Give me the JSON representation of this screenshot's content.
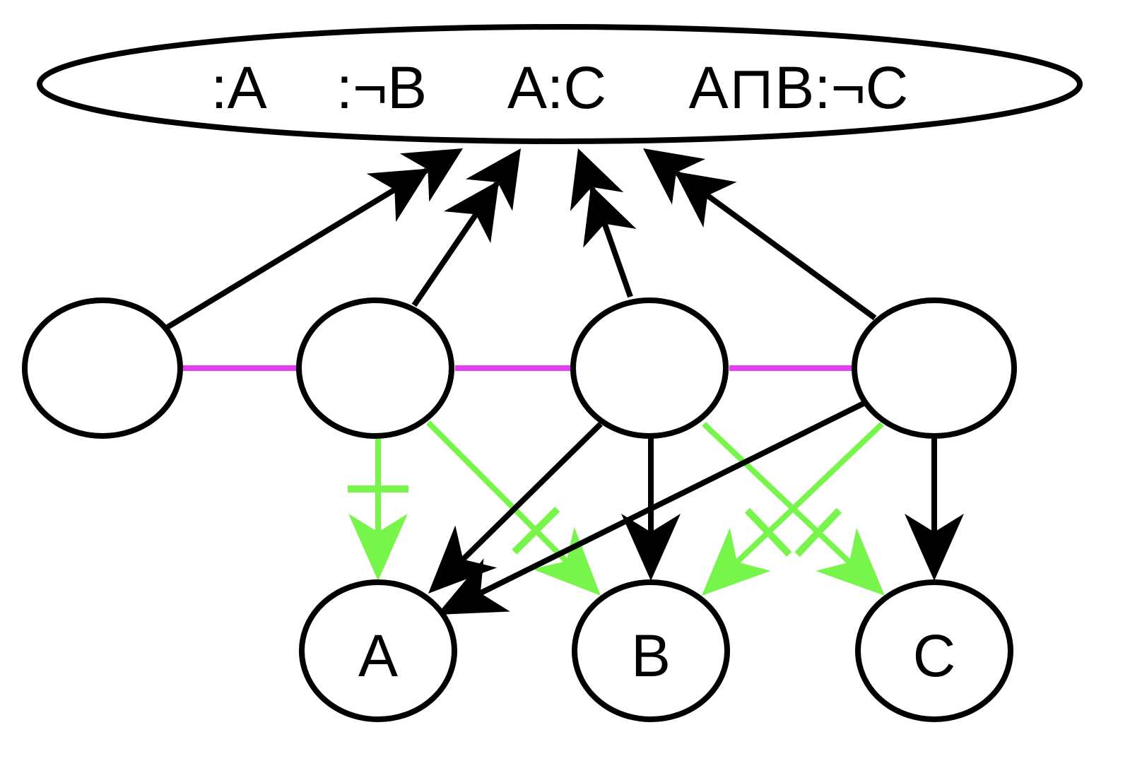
{
  "diagram": {
    "colors": {
      "node_stroke": "#000000",
      "background": "#ffffff",
      "magenta_edge": "#e43ef0",
      "green_edge": "#77f54a",
      "black_edge": "#000000"
    },
    "top_node": {
      "labels": [
        ":A",
        ":¬B",
        "A:C",
        "A⊓B:¬C"
      ]
    },
    "middle_nodes": [
      {
        "id": "m1",
        "label": ""
      },
      {
        "id": "m2",
        "label": ""
      },
      {
        "id": "m3",
        "label": ""
      },
      {
        "id": "m4",
        "label": ""
      }
    ],
    "bottom_nodes": [
      {
        "id": "A",
        "label": "A"
      },
      {
        "id": "B",
        "label": "B"
      },
      {
        "id": "C",
        "label": "C"
      }
    ],
    "edges": [
      {
        "from": "m1",
        "to": "top",
        "color": "black",
        "style": "double-arrow"
      },
      {
        "from": "m2",
        "to": "top",
        "color": "black",
        "style": "double-arrow"
      },
      {
        "from": "m3",
        "to": "top",
        "color": "black",
        "style": "double-arrow"
      },
      {
        "from": "m4",
        "to": "top",
        "color": "black",
        "style": "double-arrow"
      },
      {
        "from": "m2",
        "to": "m1",
        "color": "magenta",
        "style": "open-arrow"
      },
      {
        "from": "m3",
        "to": "m2",
        "color": "magenta",
        "style": "open-arrow"
      },
      {
        "from": "m4",
        "to": "m3",
        "color": "magenta",
        "style": "open-arrow"
      },
      {
        "from": "m2",
        "to": "A",
        "color": "green",
        "style": "negated-arrow"
      },
      {
        "from": "m2",
        "to": "B",
        "color": "green",
        "style": "negated-arrow"
      },
      {
        "from": "m3",
        "to": "A",
        "color": "black",
        "style": "arrow"
      },
      {
        "from": "m3",
        "to": "B",
        "color": "black",
        "style": "arrow"
      },
      {
        "from": "m3",
        "to": "C",
        "color": "green",
        "style": "negated-arrow"
      },
      {
        "from": "m4",
        "to": "A",
        "color": "black",
        "style": "arrow"
      },
      {
        "from": "m4",
        "to": "B",
        "color": "green",
        "style": "negated-arrow"
      },
      {
        "from": "m4",
        "to": "C",
        "color": "black",
        "style": "arrow"
      }
    ]
  }
}
